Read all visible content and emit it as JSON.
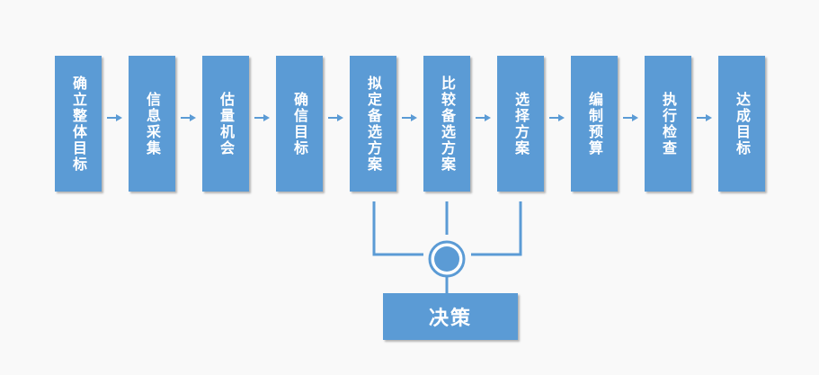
{
  "steps": [
    {
      "label": "确立整体目标"
    },
    {
      "label": "信息采集"
    },
    {
      "label": "估量机会"
    },
    {
      "label": "确信目标"
    },
    {
      "label": "拟定备选方案"
    },
    {
      "label": "比较备选方案"
    },
    {
      "label": "选择方案"
    },
    {
      "label": "编制预算"
    },
    {
      "label": "执行检查"
    },
    {
      "label": "达成目标"
    }
  ],
  "decision": {
    "label": "决策"
  },
  "colors": {
    "box": "#5b9bd5",
    "text": "#ffffff",
    "arrow": "#5b9bd5",
    "connector": "#5b9bd5",
    "node_fill": "#5b9bd5",
    "node_ring": "#ffffff",
    "background": "#f9f9f9"
  }
}
